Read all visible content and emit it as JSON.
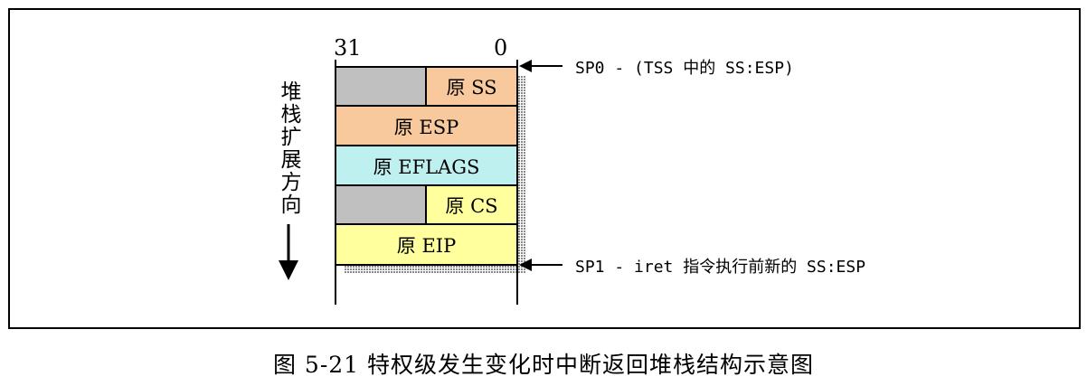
{
  "diagram": {
    "bit_high": "31",
    "bit_low": "0",
    "direction_label": "堆栈扩展方向",
    "rows": [
      {
        "label": "原 SS",
        "color": "#f9c99e"
      },
      {
        "label": "原 ESP",
        "color": "#f9c99e"
      },
      {
        "label": "原 EFLAGS",
        "color": "#bff0f0"
      },
      {
        "label": "原 CS",
        "color": "#ffff9e"
      },
      {
        "label": "原 EIP",
        "color": "#ffff9e"
      }
    ],
    "reserved_color": "#c0c0c0",
    "sp0_note": "SP0 - (TSS 中的 SS:ESP)",
    "sp1_note": "SP1 - iret 指令执行前新的 SS:ESP"
  },
  "caption": "图 5-21 特权级发生变化时中断返回堆栈结构示意图"
}
